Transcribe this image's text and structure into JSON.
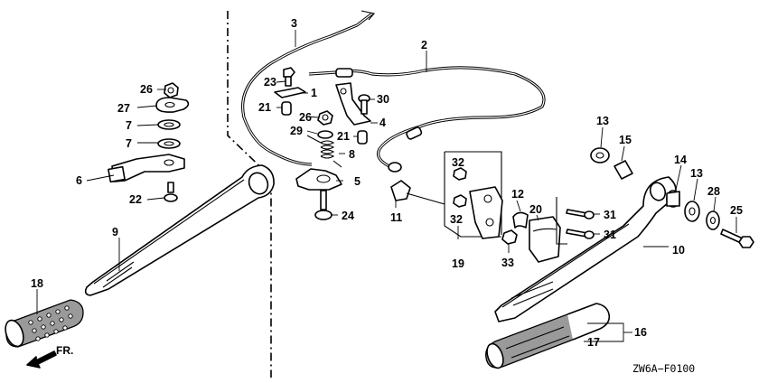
{
  "diagram_code": "ZW6A−F0100",
  "direction_label": "FR.",
  "callouts": {
    "c1": "1",
    "c2": "2",
    "c3": "3",
    "c4": "4",
    "c5": "5",
    "c6": "6",
    "c7a": "7",
    "c7b": "7",
    "c8": "8",
    "c9": "9",
    "c10": "10",
    "c11": "11",
    "c12": "12",
    "c13a": "13",
    "c13b": "13",
    "c14": "14",
    "c15": "15",
    "c16": "16",
    "c17": "17",
    "c18": "18",
    "c19": "19",
    "c20": "20",
    "c21a": "21",
    "c21b": "21",
    "c22": "22",
    "c23": "23",
    "c24": "24",
    "c25": "25",
    "c26a": "26",
    "c26b": "26",
    "c27": "27",
    "c28": "28",
    "c29": "29",
    "c30": "30",
    "c31a": "31",
    "c31b": "31",
    "c32a": "32",
    "c32b": "32",
    "c33": "33"
  }
}
